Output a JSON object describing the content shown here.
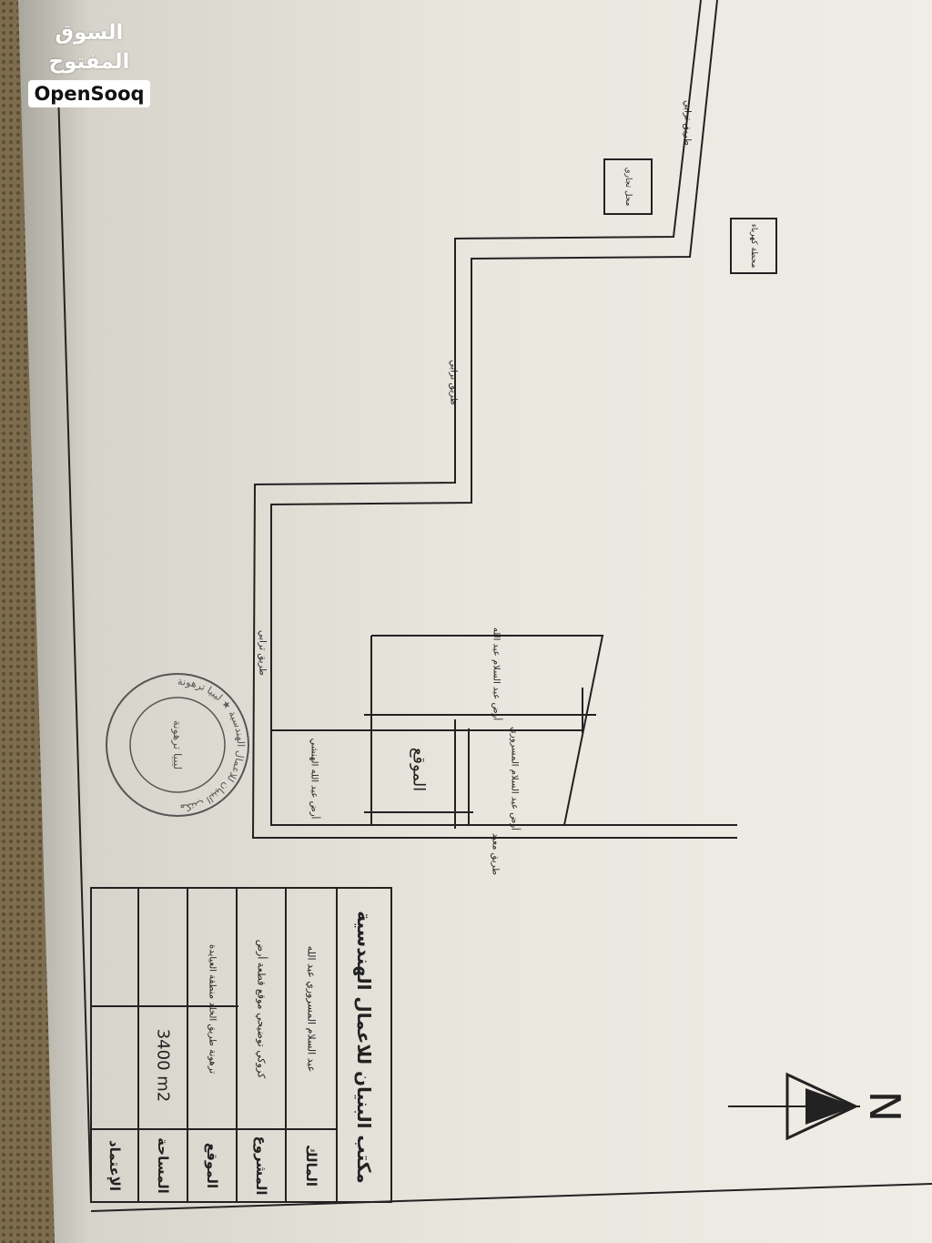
{
  "logo": {
    "arabic": "السوق المفتوح",
    "english": "OpenSooq"
  },
  "compass": {
    "north_label": "N"
  },
  "title_block": {
    "office_name": "مكتب البنيان للاعمال الهندسية",
    "rows": [
      {
        "label": "المالك",
        "value": "عبد السلام المسروري عبد الله"
      },
      {
        "label": "المشروع",
        "value": "كروكي توضيحي موقع قطعة أرض"
      },
      {
        "label": "الموقع",
        "value": "ترهونة طريق الخلد منطقة العيايدة"
      },
      {
        "label": "المساحة",
        "value": "3400 m2"
      },
      {
        "label": "الإعتماد",
        "value": ""
      }
    ]
  },
  "map": {
    "site_label": "الموقع",
    "road_labels": [
      "طريق ترابي",
      "طريق ترابي",
      "طريق ترابي",
      "طريق معبد"
    ],
    "neighbors": [
      "أرض عبد السلام عبد الله",
      "أرض عبد السلام المسروري",
      "أرض عبد الله الهنشي"
    ],
    "landmarks": [
      "محل تجاري",
      "محطة كهرباء"
    ]
  },
  "stamp": {
    "outer_text": "مكتب البنيان للاعمال الهندسية ★ ليبيا ترهونة",
    "inner_text": "ليبيا ترهونة"
  }
}
